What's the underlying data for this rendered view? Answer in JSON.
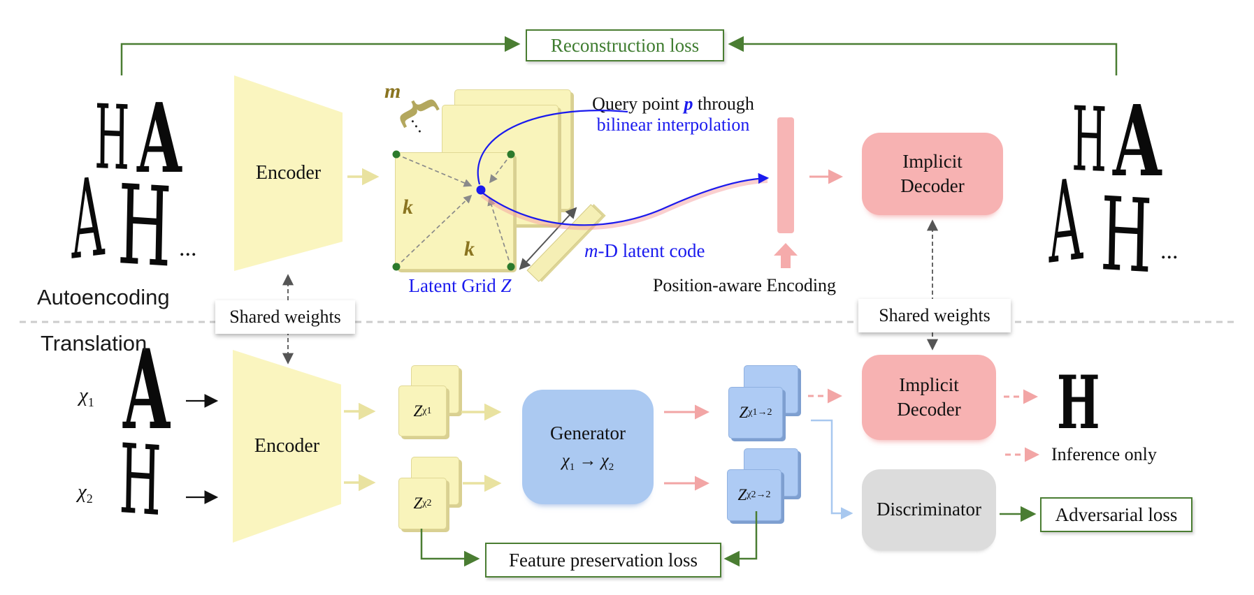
{
  "losses": {
    "reconstruction": "Reconstruction loss",
    "adversarial": "Adversarial loss",
    "feature_preservation": "Feature preservation loss"
  },
  "sections": {
    "autoencoding": "Autoencoding",
    "translation": "Translation"
  },
  "blocks": {
    "encoder": "Encoder",
    "implicit_decoder_line1": "Implicit",
    "implicit_decoder_line2": "Decoder",
    "generator_line1": "Generator",
    "generator_from": "χ",
    "generator_from_sub": "1",
    "generator_arrow": "→",
    "generator_to": "χ",
    "generator_to_sub": "2",
    "discriminator": "Discriminator",
    "shared_weights": "Shared weights"
  },
  "latent_grid": {
    "m": "m",
    "depth_dots": "…",
    "k_left": "k",
    "k_bottom": "k",
    "caption_text": "Latent Grid",
    "caption_symbol": "Z",
    "query_line1_pre": "Query point",
    "query_p": "p",
    "query_line1_post": "through",
    "query_line2": "bilinear interpolation",
    "latent_code_m": "m",
    "latent_code_rest": "-D latent code",
    "position_encoding": "Position-aware Encoding"
  },
  "letters": {
    "h": "H",
    "a": "A",
    "dots": "..."
  },
  "translation_row": {
    "chi": "χ",
    "sub1": "1",
    "sub2": "2",
    "z": "Z",
    "sub_x1": "χ1",
    "sub_x2": "χ2",
    "sub_x12": "χ1→2",
    "sub_x22": "χ2→2",
    "inference_only": "Inference only",
    "output_letter": "H"
  },
  "colors": {
    "loss_green": "#4a7d32",
    "annotation_blue": "#1a1aee",
    "grid_olive": "#8a7420",
    "encoder_yellow": "#faf5bf",
    "decoder_pink": "#f7b2b2",
    "generator_blue": "#abc9f1",
    "discriminator_gray": "#dcdcdc"
  }
}
